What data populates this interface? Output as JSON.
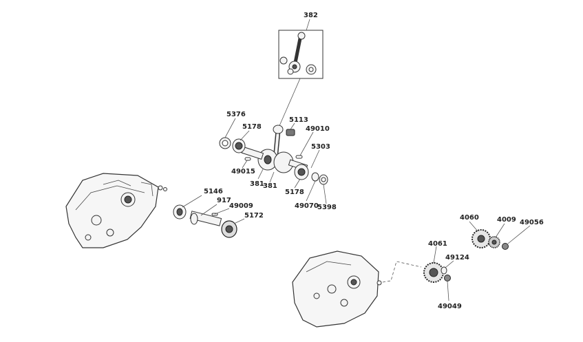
{
  "diagram": {
    "parts": [
      {
        "id": "p382",
        "label": "382"
      },
      {
        "id": "p5376",
        "label": "5376"
      },
      {
        "id": "p5178a",
        "label": "5178"
      },
      {
        "id": "p5113",
        "label": "5113"
      },
      {
        "id": "p49010",
        "label": "49010"
      },
      {
        "id": "p5303",
        "label": "5303"
      },
      {
        "id": "p49015",
        "label": "49015"
      },
      {
        "id": "p381a",
        "label": "381"
      },
      {
        "id": "p381b",
        "label": "381"
      },
      {
        "id": "p5178b",
        "label": "5178"
      },
      {
        "id": "p49070",
        "label": "49070"
      },
      {
        "id": "p5398",
        "label": "5398"
      },
      {
        "id": "p5146",
        "label": "5146"
      },
      {
        "id": "p917",
        "label": "917"
      },
      {
        "id": "p49009",
        "label": "49009"
      },
      {
        "id": "p5172",
        "label": "5172"
      },
      {
        "id": "p4060",
        "label": "4060"
      },
      {
        "id": "p4009",
        "label": "4009"
      },
      {
        "id": "p49056",
        "label": "49056"
      },
      {
        "id": "p4061",
        "label": "4061"
      },
      {
        "id": "p49124",
        "label": "49124"
      },
      {
        "id": "p49049",
        "label": "49049"
      }
    ]
  }
}
